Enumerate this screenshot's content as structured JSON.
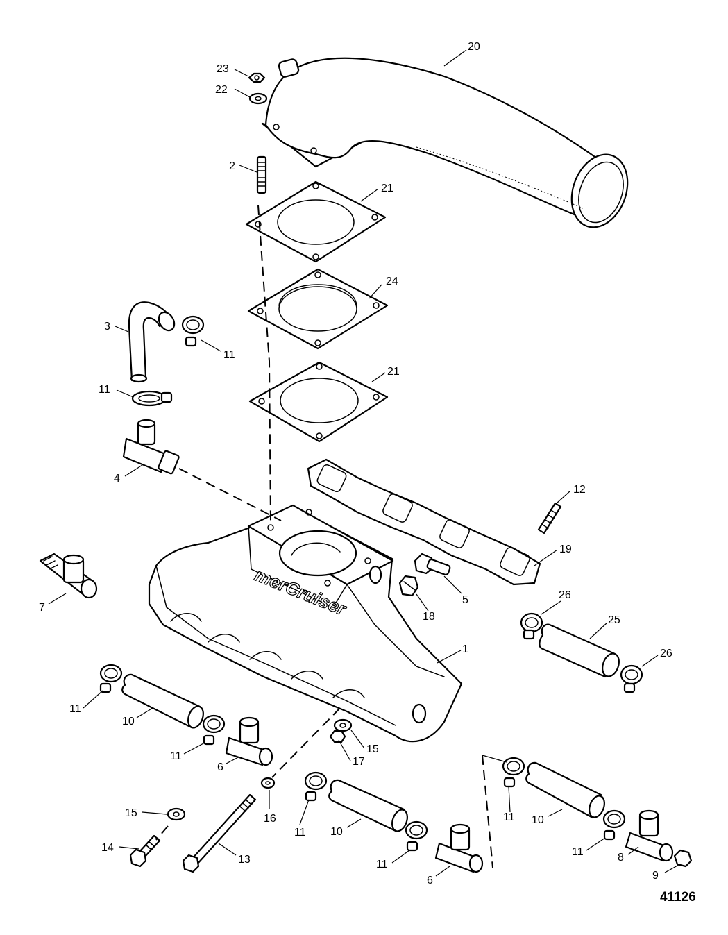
{
  "diagram": {
    "figure_number": "41126",
    "brand_logo_text": "merCruiser",
    "callouts": {
      "c1": "1",
      "c2": "2",
      "c3": "3",
      "c4": "4",
      "c5": "5",
      "c6a": "6",
      "c6b": "6",
      "c7": "7",
      "c8": "8",
      "c9": "9",
      "c10a": "10",
      "c10b": "10",
      "c10c": "10",
      "c11a": "11",
      "c11b": "11",
      "c11c": "11",
      "c11d": "11",
      "c11e": "11",
      "c11f": "11",
      "c11g": "11",
      "c11h": "11",
      "c12": "12",
      "c13": "13",
      "c14": "14",
      "c15a": "15",
      "c15b": "15",
      "c16": "16",
      "c17": "17",
      "c18": "18",
      "c19": "19",
      "c20": "20",
      "c21a": "21",
      "c21b": "21",
      "c22": "22",
      "c23": "23",
      "c24": "24",
      "c25": "25",
      "c26a": "26",
      "c26b": "26"
    }
  }
}
